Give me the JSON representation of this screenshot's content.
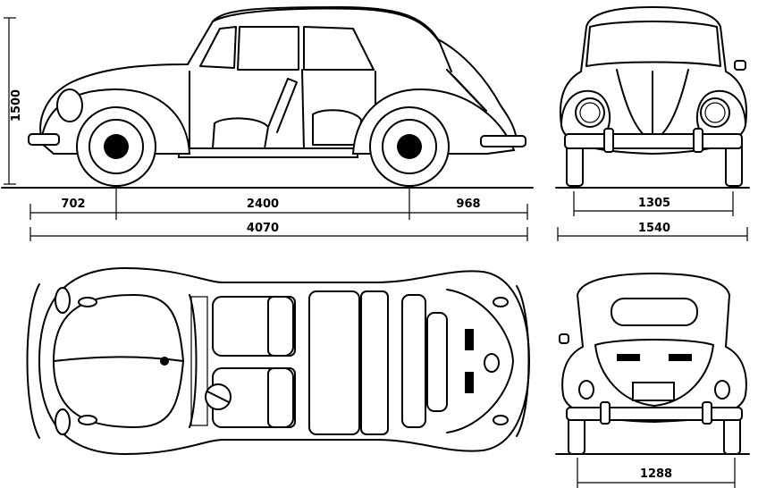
{
  "dimensions": {
    "height": "1500",
    "front_overhang": "702",
    "wheelbase": "2400",
    "rear_overhang": "968",
    "total_length": "4070",
    "front_track": "1305",
    "total_width": "1540",
    "rear_track": "1288"
  }
}
